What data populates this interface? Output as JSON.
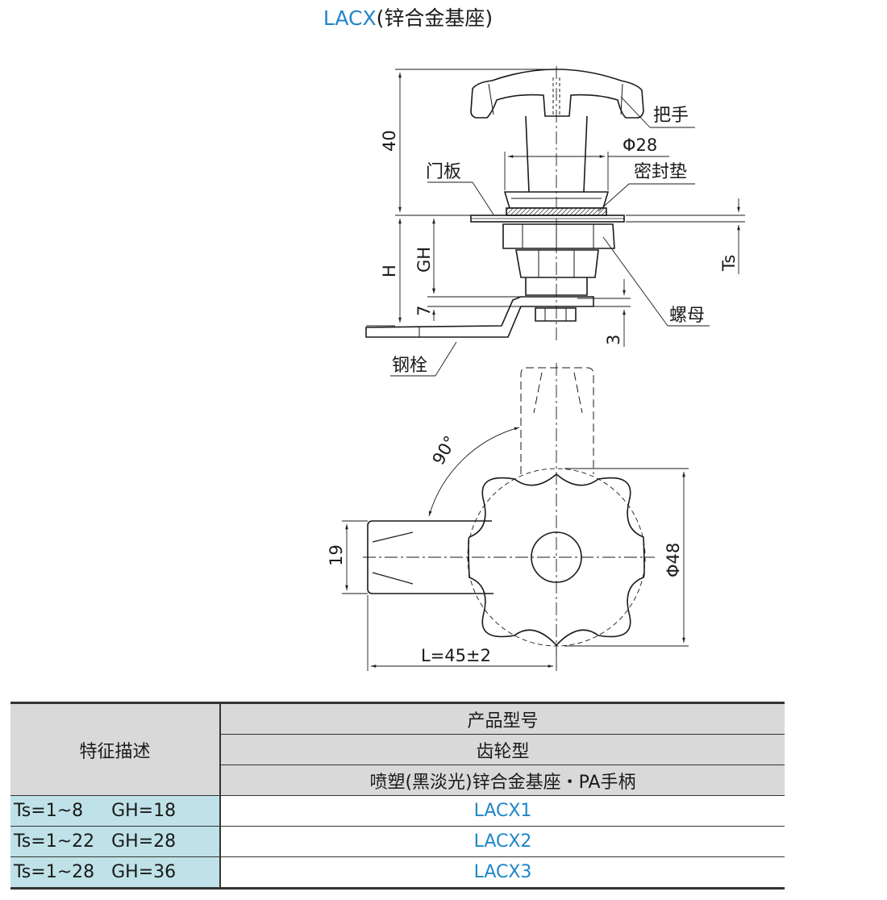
{
  "title": {
    "code": "LACX",
    "suffix": "(锌合金基座)"
  },
  "diagram": {
    "labels": {
      "handle": "把手",
      "door_panel": "门板",
      "gasket": "密封垫",
      "nut": "螺母",
      "bolt": "钢栓"
    },
    "dims": {
      "height_40": "40",
      "dia_28": "Φ28",
      "h": "H",
      "gh": "GH",
      "ts": "Ts",
      "d7": "7",
      "d3": "3",
      "angle": "90°",
      "w19": "19",
      "dia_48": "Φ48",
      "length": "L=45±2"
    }
  },
  "table": {
    "feature_header": "特征描述",
    "header_rows": [
      "产品型号",
      "齿轮型",
      "喷塑(黑淡光)锌合金基座・PA手柄"
    ],
    "rows": [
      {
        "ts": "Ts=1~8",
        "gh": "GH=18",
        "model": "LACX1"
      },
      {
        "ts": "Ts=1~22",
        "gh": "GH=28",
        "model": "LACX2"
      },
      {
        "ts": "Ts=1~28",
        "gh": "GH=36",
        "model": "LACX3"
      }
    ]
  }
}
